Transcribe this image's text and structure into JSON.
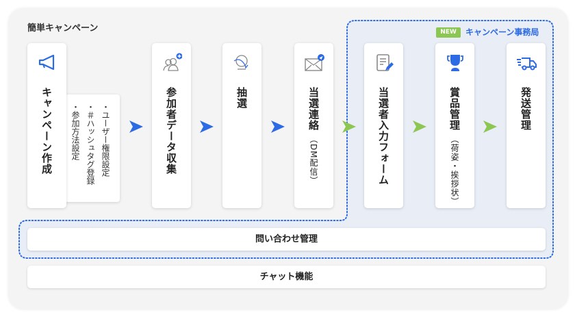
{
  "section_title": "簡単キャンペーン",
  "office": {
    "badge": "NEW",
    "label": "キャンペーン事務局"
  },
  "steps": [
    {
      "label": "キャンペーン作成",
      "icon": "megaphone-icon"
    },
    {
      "label": "参加者データ収集",
      "icon": "users-add-icon"
    },
    {
      "label": "抽選",
      "icon": "lottery-icon"
    },
    {
      "label": "当選連絡",
      "sub": "（DM配信）",
      "icon": "mail-send-icon"
    },
    {
      "label": "当選者入力フォーム",
      "icon": "form-edit-icon"
    },
    {
      "label": "賞品管理",
      "sub": "（荷姿・挨拶状）",
      "icon": "trophy-icon"
    },
    {
      "label": "発送管理",
      "icon": "truck-icon"
    }
  ],
  "creation_options": [
    "・ユーザー権限設定",
    "・＃ハッシュタグ登録",
    "・参加方法設定"
  ],
  "inquiry": "問い合わせ管理",
  "chat": "チャット機能",
  "colors": {
    "blue": "#2d6be4",
    "green": "#8cc653",
    "region": "#e8edf6"
  }
}
